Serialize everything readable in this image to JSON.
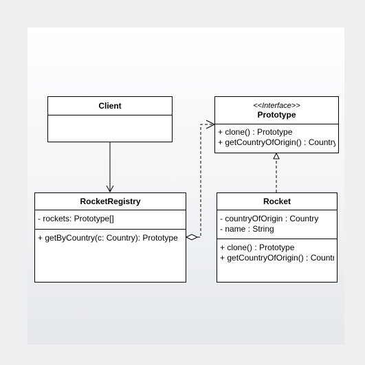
{
  "classes": {
    "client": {
      "name": "Client"
    },
    "prototype": {
      "stereotype": "<<Interface>>",
      "name": "Prototype",
      "operations": [
        "+ clone() : Prototype",
        "+ getCountryOfOrigin() : Country"
      ]
    },
    "registry": {
      "name": "RocketRegistry",
      "attributes": [
        "- rockets: Prototype[]"
      ],
      "operations": [
        "+ getByCountry(c: Country): Prototype"
      ]
    },
    "rocket": {
      "name": "Rocket",
      "attributes": [
        "- countryOfOrigin : Country",
        "- name : String"
      ],
      "operations": [
        "+ clone() : Prototype",
        "+ getCountryOfOrigin() : Country"
      ]
    }
  },
  "relations": [
    {
      "from": "Client",
      "to": "RocketRegistry",
      "kind": "association"
    },
    {
      "from": "RocketRegistry",
      "to": "Prototype",
      "kind": "aggregation-dependency"
    },
    {
      "from": "Rocket",
      "to": "Prototype",
      "kind": "realization"
    }
  ],
  "colors": {
    "line": "#000000",
    "background": "#efefef"
  }
}
